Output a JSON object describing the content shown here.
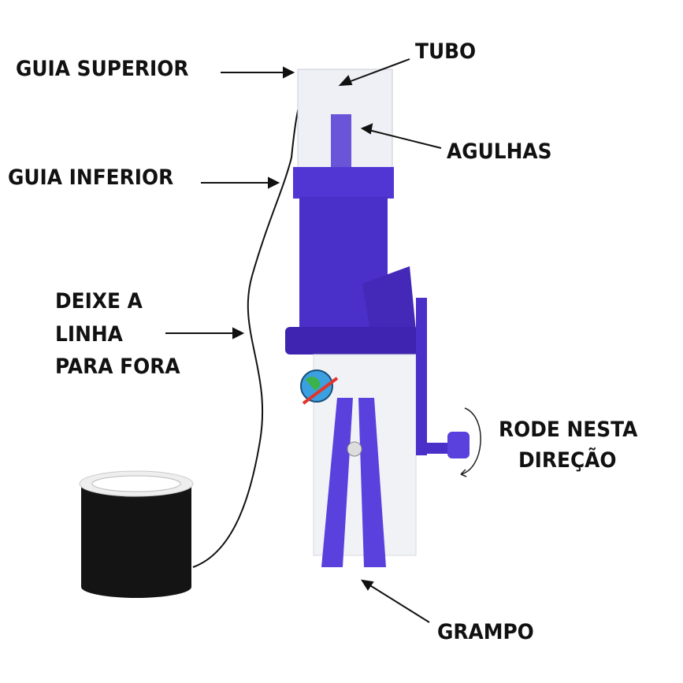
{
  "labels": {
    "guia_superior": "GUIA SUPERIOR",
    "tubo": "TUBO",
    "agulhas": "AGULHAS",
    "guia_inferior": "GUIA INFERIOR",
    "deixe_1": "DEIXE A",
    "deixe_2": "LINHA",
    "deixe_3": "PARA FORA",
    "rode_1": "RODE NESTA",
    "rode_2": "DIREÇÃO",
    "grampo": "GRAMPO"
  },
  "colors": {
    "device": "#4a2fc9",
    "device_dark": "#2e1a8f",
    "text": "#111111",
    "spool": "#141414"
  }
}
